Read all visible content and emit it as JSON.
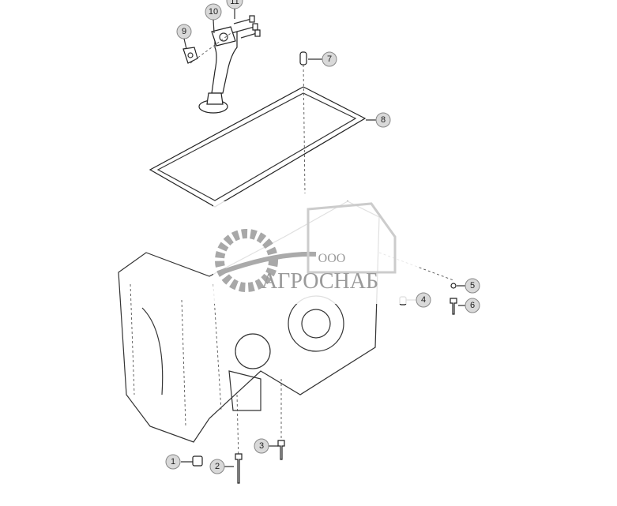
{
  "diagram": {
    "callouts": [
      {
        "id": "1",
        "label": "1"
      },
      {
        "id": "2",
        "label": "2"
      },
      {
        "id": "3",
        "label": "3"
      },
      {
        "id": "4",
        "label": "4"
      },
      {
        "id": "5",
        "label": "5"
      },
      {
        "id": "6",
        "label": "6"
      },
      {
        "id": "7",
        "label": "7"
      },
      {
        "id": "8",
        "label": "8"
      },
      {
        "id": "9",
        "label": "9"
      },
      {
        "id": "10",
        "label": "10"
      },
      {
        "id": "11",
        "label": "11"
      }
    ]
  },
  "watermark": {
    "prefix": "ООО",
    "name": "АГРОСНАБ",
    "color": "#9a9a9a"
  }
}
